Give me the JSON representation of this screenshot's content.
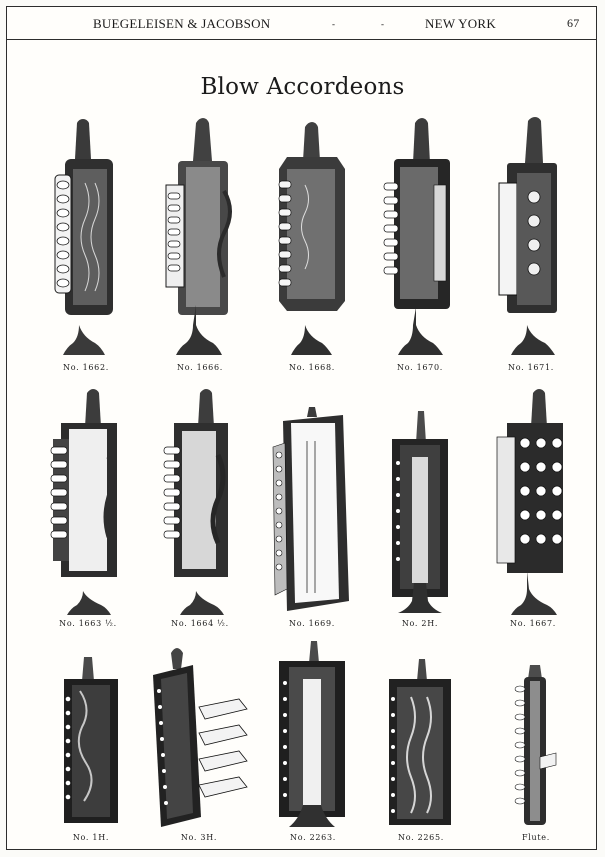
{
  "header": {
    "company": "BUEGELEISEN & JACOBSON",
    "separator_one": "-",
    "separator_two": "-",
    "city": "NEW YORK",
    "page_number": "67"
  },
  "title": "Blow Accordeons",
  "items": [
    {
      "label": "No. 1662."
    },
    {
      "label": "No. 1666."
    },
    {
      "label": "No. 1668."
    },
    {
      "label": "No. 1670."
    },
    {
      "label": "No. 1671."
    },
    {
      "label": "No. 1663 ½."
    },
    {
      "label": "No. 1664 ½."
    },
    {
      "label": "No. 1669."
    },
    {
      "label": "No. 2H."
    },
    {
      "label": "No. 1667."
    },
    {
      "label": "No. 1H."
    },
    {
      "label": "No. 3H."
    },
    {
      "label": "No. 2263."
    },
    {
      "label": "No. 2265."
    },
    {
      "label": "Flute."
    }
  ]
}
